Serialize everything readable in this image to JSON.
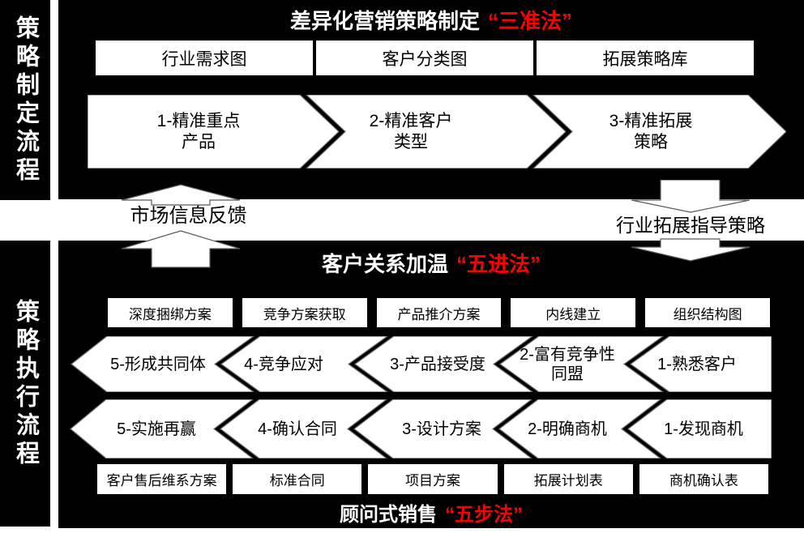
{
  "sidebar_top": {
    "label": "策略制定流程"
  },
  "sidebar_bottom": {
    "label": "策略执行流程"
  },
  "top_panel": {
    "title": "差异化营销策略制定",
    "title_quote": "“三准法”",
    "boxes": [
      {
        "label": "行业需求图"
      },
      {
        "label": "客户分类图"
      },
      {
        "label": "拓展策略库"
      }
    ],
    "steps": [
      {
        "label": "1-精准重点",
        "label2": "产品"
      },
      {
        "label": "2-精准客户",
        "label2": "类型"
      },
      {
        "label": "3-精准拓展",
        "label2": "策略"
      }
    ]
  },
  "connectors": {
    "feedback_label": "市场信息反馈",
    "guidance_label": "行业拓展指导策略"
  },
  "bottom_panel": {
    "title": "客户关系加温",
    "title_quote": "“五进法”",
    "tool_boxes": [
      {
        "label": "深度捆绑方案"
      },
      {
        "label": "竞争方案获取"
      },
      {
        "label": "产品推介方案"
      },
      {
        "label": "内线建立"
      },
      {
        "label": "组织结构图"
      }
    ],
    "warming_steps": [
      {
        "label": "5-形成共同体"
      },
      {
        "label": "4-竞争应对"
      },
      {
        "label": "3-产品接受度"
      },
      {
        "label": "2-富有竞争性",
        "label2": "同盟"
      },
      {
        "label": "1-熟悉客户"
      }
    ],
    "selling_steps": [
      {
        "label": "5-实施再赢"
      },
      {
        "label": "4-确认合同"
      },
      {
        "label": "3-设计方案"
      },
      {
        "label": "2-明确商机"
      },
      {
        "label": "1-发现商机"
      }
    ],
    "deliverable_boxes": [
      {
        "label": "客户售后维系方案"
      },
      {
        "label": "标准合同"
      },
      {
        "label": "项目方案"
      },
      {
        "label": "拓展计划表"
      },
      {
        "label": "商机确认表"
      }
    ],
    "footer_title": "顾问式销售",
    "footer_quote": "“五步法”"
  },
  "colors": {
    "panel_bg": "#000000",
    "box_bg": "#ffffff",
    "accent_red": "#ff0000",
    "text_light": "#ffffff",
    "text_dark": "#000000"
  }
}
